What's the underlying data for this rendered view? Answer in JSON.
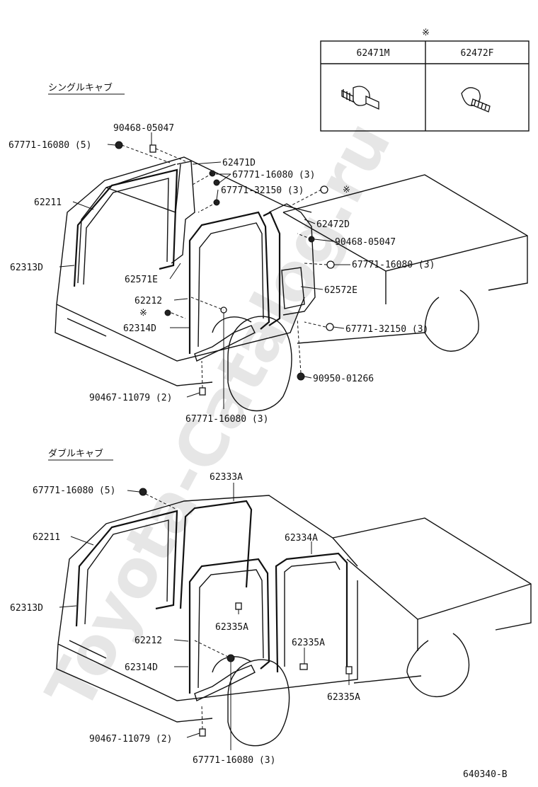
{
  "watermark": "Toyota-Catalog.ru",
  "diagram_code": "640340-B",
  "note_mark": "※",
  "table": {
    "mark": "※",
    "col1": "62471M",
    "col2": "62472F"
  },
  "single_cab": {
    "title": "シングルキャブ",
    "labels": {
      "l90468_05047_a": "90468-05047",
      "l67771_16080_5": "67771-16080 (5)",
      "l62471D": "62471D",
      "l67771_16080_3_a": "67771-16080 (3)",
      "l67771_32150_3_a": "67771-32150 (3)",
      "l62211": "62211",
      "l62472D": "62472D",
      "l90468_05047_b": "90468-05047",
      "l62313D": "62313D",
      "l67771_16080_3_b": "67771-16080 (3)",
      "l62571E": "62571E",
      "l62572E": "62572E",
      "l62212": "62212",
      "l62314D": "62314D",
      "l67771_32150_3_b": "67771-32150 (3)",
      "l90950_01266": "90950-01266",
      "l90467_11079_2": "90467-11079 (2)",
      "l67771_16080_3_c": "67771-16080 (3)"
    }
  },
  "double_cab": {
    "title": "ダブルキャブ",
    "labels": {
      "l67771_16080_5": "67771-16080 (5)",
      "l62333A": "62333A",
      "l62211": "62211",
      "l62334A": "62334A",
      "l62313D": "62313D",
      "l62335A_a": "62335A",
      "l62212": "62212",
      "l62335A_b": "62335A",
      "l62314D": "62314D",
      "l62335A_c": "62335A",
      "l90467_11079_2": "90467-11079 (2)",
      "l67771_16080_3": "67771-16080 (3)"
    }
  }
}
